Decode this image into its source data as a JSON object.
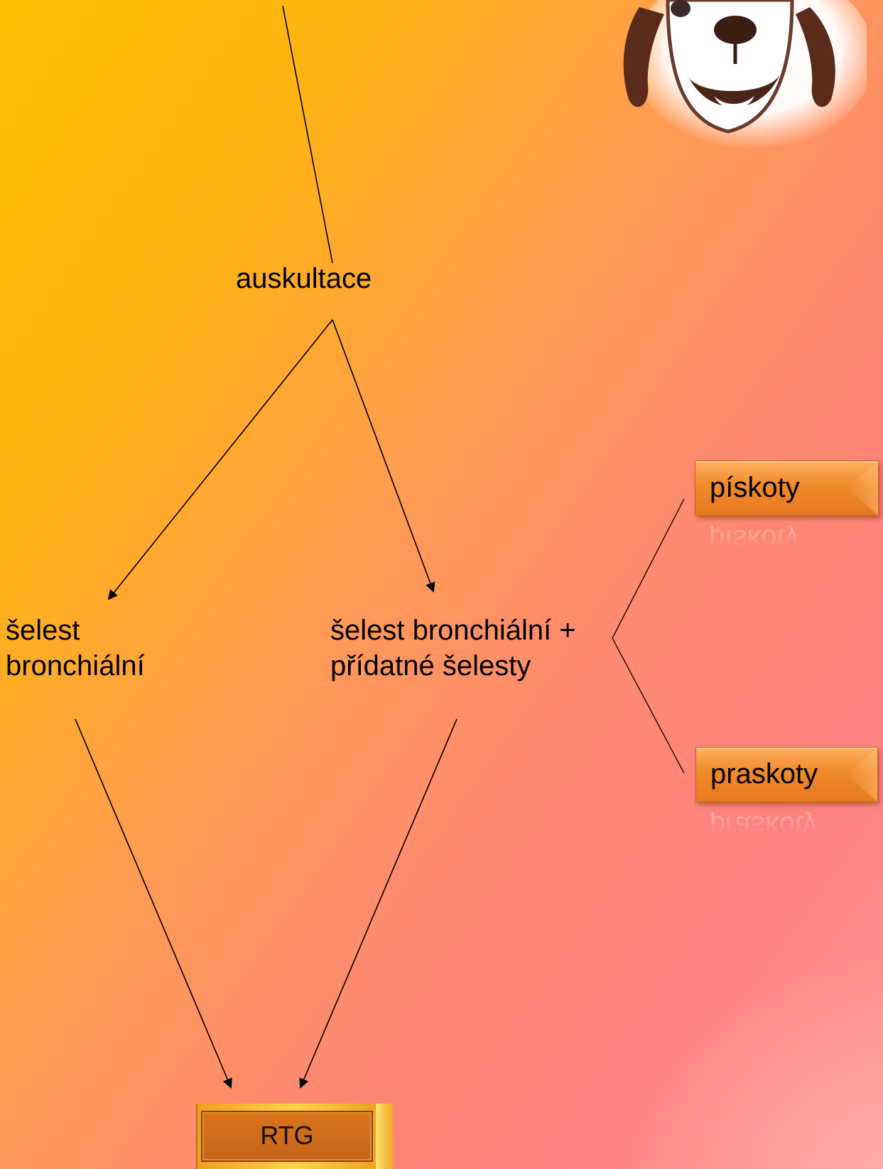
{
  "diagram": {
    "nodes": {
      "auskultace": "auskultace",
      "selest_bronchialni": [
        "šelest",
        "bronchiální"
      ],
      "selest_pridatne": [
        "šelest bronchiální +",
        "přídatné šelesty"
      ],
      "piskoty": "pískoty",
      "praskoty": "praskoty",
      "rtg": "RTG"
    },
    "edges": [
      {
        "from": "top",
        "to": "auskultace",
        "arrow": false
      },
      {
        "from": "auskultace",
        "to": "selest_bronchialni",
        "arrow": true
      },
      {
        "from": "auskultace",
        "to": "selest_pridatne",
        "arrow": true
      },
      {
        "from": "selest_pridatne",
        "to": "piskoty",
        "arrow": false
      },
      {
        "from": "selest_pridatne",
        "to": "praskoty",
        "arrow": false
      },
      {
        "from": "selest_bronchialni",
        "to": "rtg",
        "arrow": true
      },
      {
        "from": "selest_pridatne",
        "to": "rtg",
        "arrow": true
      }
    ]
  },
  "colors": {
    "gradient_start": "#ffc000",
    "gradient_end": "#ff8a80",
    "box_orange": "#f08a2a",
    "rtg_frame": "#ffd24a"
  },
  "icons": [
    "dog-face-logo"
  ]
}
